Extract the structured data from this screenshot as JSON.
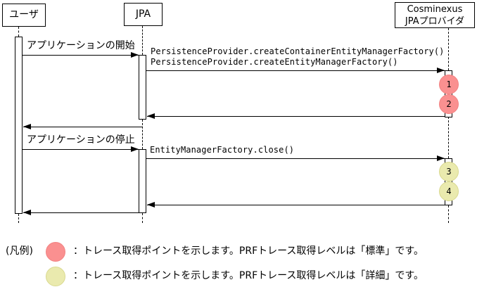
{
  "diagram": {
    "actors": [
      {
        "id": "user",
        "label": "ユーザ"
      },
      {
        "id": "jpa",
        "label": "JPA"
      },
      {
        "id": "provider",
        "label_line1": "Cosminexus",
        "label_line2": "JPAプロバイダ"
      }
    ],
    "labels": {
      "app_start": "アプリケーションの開始",
      "app_stop": "アプリケーションの停止"
    },
    "calls": {
      "create_container_emf": "PersistenceProvider.createContainerEntityManagerFactory()",
      "create_emf": "PersistenceProvider.createEntityManagerFactory()",
      "close_emf": "EntityManagerFactory.close()"
    },
    "trace_points": [
      {
        "num": "1",
        "level": "標準"
      },
      {
        "num": "2",
        "level": "標準"
      },
      {
        "num": "3",
        "level": "詳細"
      },
      {
        "num": "4",
        "level": "詳細"
      }
    ]
  },
  "legend": {
    "title": "(凡例)",
    "rows": [
      {
        "marker": "standard-trace-point",
        "text": "：トレース取得ポイントを示します。PRFトレース取得レベルは「標準」です。"
      },
      {
        "marker": "detail-trace-point",
        "text": "：トレース取得ポイントを示します。PRFトレース取得レベルは「詳細」です。"
      }
    ]
  },
  "colors": {
    "standard_trace": "#FA9090",
    "detail_trace": "#EAEAAE",
    "line": "#000000",
    "background": "#FFFFFF"
  }
}
